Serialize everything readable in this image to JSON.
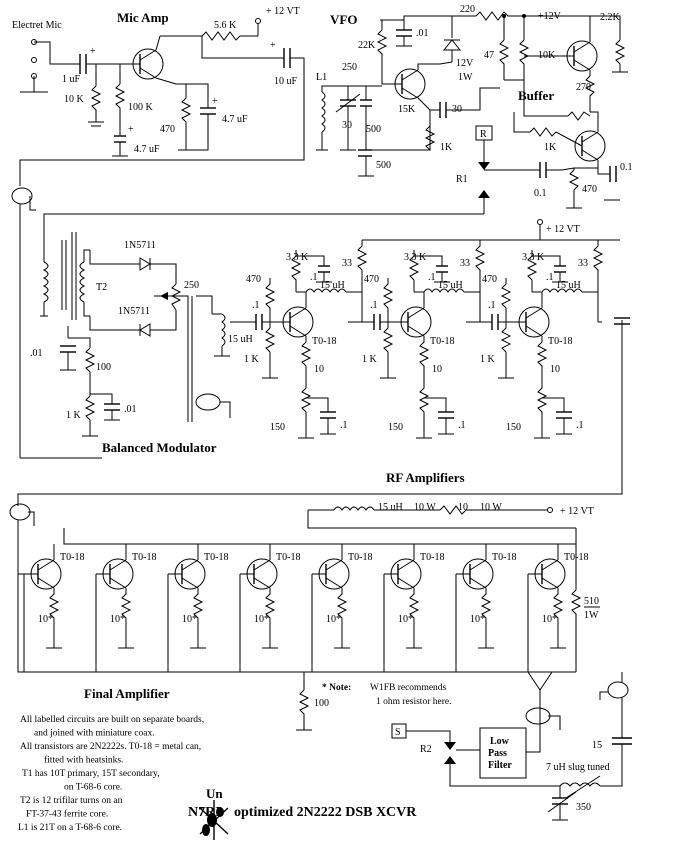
{
  "sections": {
    "mic_amp": "Mic Amp",
    "vfo": "VFO",
    "buffer": "Buffer",
    "balanced_modulator": "Balanced Modulator",
    "rf_amplifiers": "RF Amplifiers",
    "final_amplifier": "Final Amplifier"
  },
  "labels": {
    "electret_mic": "Electret Mic",
    "supply_vt": "+ 12 VT",
    "supply_v": "+12V",
    "r5k6": "5.6 K",
    "c1uf": "1 uF",
    "r10k": "10 K",
    "r100k": "100 K",
    "r470": "470",
    "c47uf_a": "4.7 uF",
    "c47uf_b": "4.7 uF",
    "c10uf": "10 uF",
    "plus": "+",
    "r22k": "22K",
    "c01": ".01",
    "r220": "220",
    "zener": "12V",
    "zener_w": "1W",
    "l1": "L1",
    "c250": "250",
    "c30": "30",
    "r15k": "15K",
    "c500a": "500",
    "c500b": "500",
    "c30b": "30",
    "r1k": "1K",
    "r47": "47",
    "r10k_b": "10K",
    "r2k2": "2.2K",
    "r270": "270",
    "r1k_b": "1K",
    "c01b": "0.1",
    "c01c": "0.1",
    "r470_b": "470",
    "relay_r": "R",
    "relay_r1": "R1",
    "d1": "1N5711",
    "d2": "1N5711",
    "t2": "T2",
    "pot250": "250",
    "bm_c01": ".01",
    "bm_r100": "100",
    "bm_r1k": "1 K",
    "bm_c01b": ".01",
    "rf_470": "470",
    "rf_3k3": "3.3 K",
    "rf_c1": ".1",
    "rf_15uh": "15 uH",
    "rf_33": "33",
    "rf_1k": "1 K",
    "rf_10": "10",
    "rf_150": "150",
    "to18": "T0-18",
    "fin_15uh": "15 uH",
    "fin_10w": "10 W",
    "fin_10": "10",
    "fin_10w_b": "10 W",
    "r10star": "10*",
    "r510": "510",
    "r1w": "1W",
    "r100_fin": "100",
    "note_head": "* Note:",
    "note_1": "W1FB recommends",
    "note_2": "1 ohm resistor here.",
    "relay_s": "S",
    "relay_r2": "R2",
    "lpf_1": "Low",
    "lpf_2": "Pass",
    "lpf_3": "Filter",
    "c15": "15",
    "slug": "7 uH slug tuned",
    "c350": "350"
  },
  "notes": [
    "All labelled circuits are built on separate boards,",
    "and joined with miniature coax.",
    "All transistors are 2N2222s. T0-18 = metal can,",
    "fitted with heatsinks.",
    "T1 has 10T primary, 15T secondary,",
    "on T-68-6 core.",
    "T2 is 12 trifilar turns on an",
    "FT-37-43 ferrite core.",
    "L1 is 21T on a T-68-6 core."
  ],
  "footer": {
    "callsign": "N7RI",
    "un": "Un",
    "title": "optimized  2N2222 DSB XCVR"
  }
}
